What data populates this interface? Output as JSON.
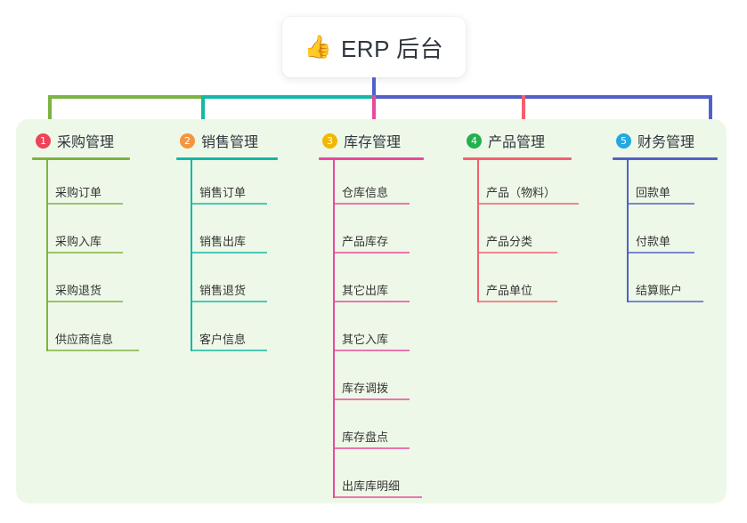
{
  "title": {
    "icon": "thumbs-up-icon",
    "icon_glyph": "👍",
    "text": "ERP 后台"
  },
  "colors": {
    "panel_bg": "#eef8e8",
    "trunk": "#5161c9",
    "col1": "#7cb342",
    "col2": "#14b8a6",
    "col3": "#e84a9b",
    "col4": "#f4606c",
    "col5": "#5161c9",
    "badge1": "#ef4358",
    "badge2": "#f5953e",
    "badge3": "#f2b705",
    "badge4": "#22b14c",
    "badge5": "#23a8e0"
  },
  "columns": [
    {
      "number": "1",
      "title": "采购管理",
      "line_color": "#7cb342",
      "badge_color": "#ef4358",
      "items": [
        {
          "label": "采购订单",
          "rule_width": 86
        },
        {
          "label": "采购入库",
          "rule_width": 86
        },
        {
          "label": "采购退货",
          "rule_width": 86
        },
        {
          "label": "供应商信息",
          "rule_width": 104
        }
      ]
    },
    {
      "number": "2",
      "title": "销售管理",
      "line_color": "#14b8a6",
      "badge_color": "#f5953e",
      "items": [
        {
          "label": "销售订单",
          "rule_width": 86
        },
        {
          "label": "销售出库",
          "rule_width": 86
        },
        {
          "label": "销售退货",
          "rule_width": 86
        },
        {
          "label": "客户信息",
          "rule_width": 86
        }
      ]
    },
    {
      "number": "3",
      "title": "库存管理",
      "line_color": "#e84a9b",
      "badge_color": "#f2b705",
      "items": [
        {
          "label": "仓库信息",
          "rule_width": 86
        },
        {
          "label": "产品库存",
          "rule_width": 86
        },
        {
          "label": "其它出库",
          "rule_width": 86
        },
        {
          "label": "其它入库",
          "rule_width": 86
        },
        {
          "label": "库存调拨",
          "rule_width": 86
        },
        {
          "label": "库存盘点",
          "rule_width": 86
        },
        {
          "label": "出库库明细",
          "rule_width": 100
        }
      ]
    },
    {
      "number": "4",
      "title": "产品管理",
      "line_color": "#f4606c",
      "badge_color": "#22b14c",
      "items": [
        {
          "label": "产品（物料）",
          "rule_width": 114
        },
        {
          "label": "产品分类",
          "rule_width": 90
        },
        {
          "label": "产品单位",
          "rule_width": 90
        }
      ]
    },
    {
      "number": "5",
      "title": "财务管理",
      "line_color": "#5161c9",
      "badge_color": "#23a8e0",
      "items": [
        {
          "label": "回款单",
          "rule_width": 76
        },
        {
          "label": "付款单",
          "rule_width": 76
        },
        {
          "label": "结算账户",
          "rule_width": 86
        }
      ]
    }
  ],
  "head_rules": [
    {
      "width": 110
    },
    {
      "width": 114
    },
    {
      "width": 118
    },
    {
      "width": 122
    },
    {
      "width": 118
    }
  ]
}
